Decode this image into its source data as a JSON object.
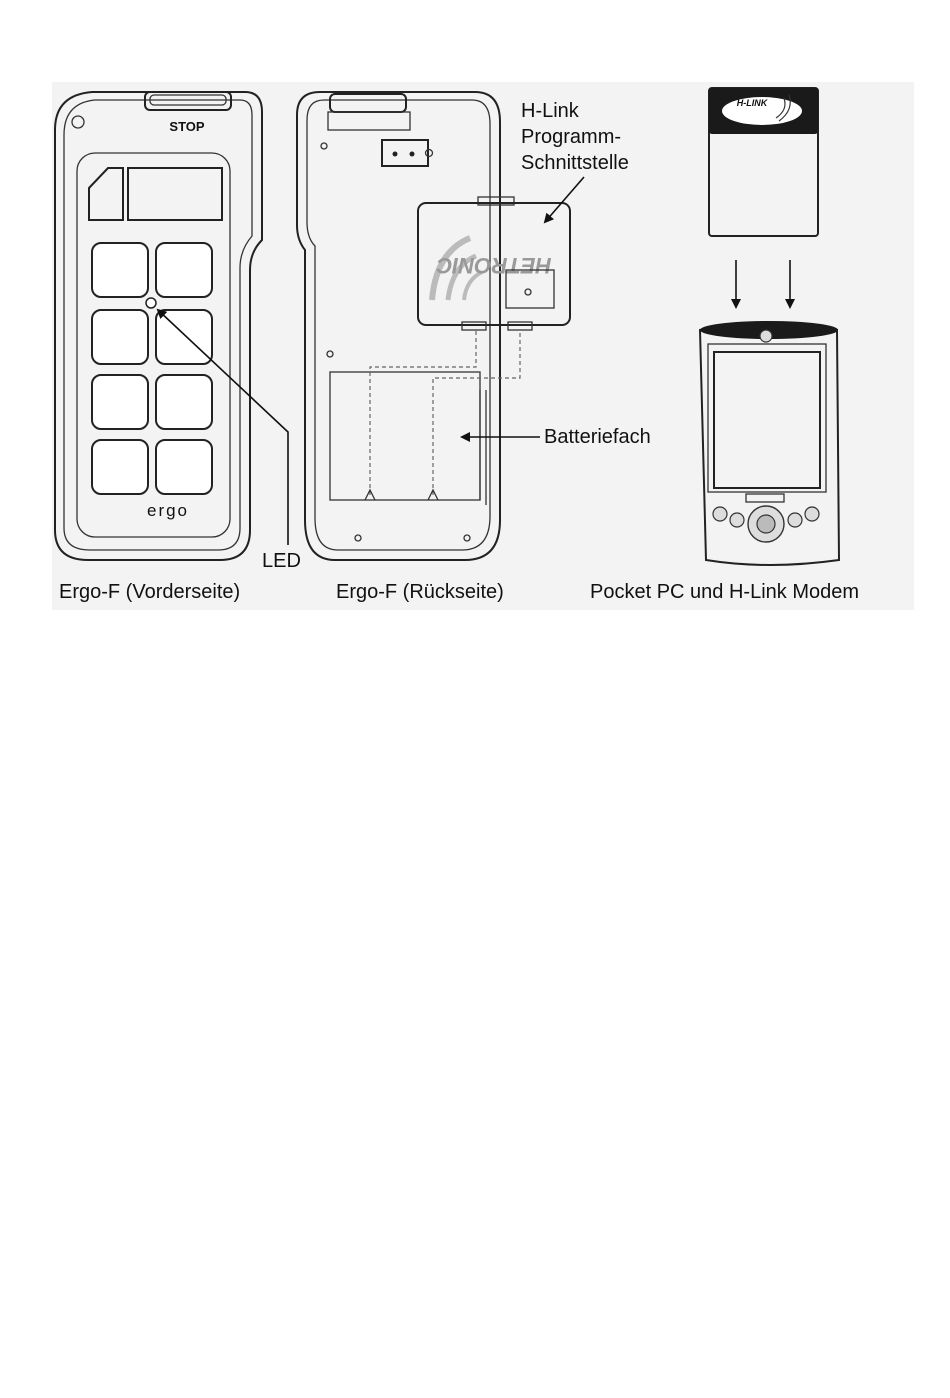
{
  "remote_front": {
    "stop_label": "STOP",
    "brand_label": "ergo"
  },
  "interface_module": {
    "brand_label": "HETRONIC"
  },
  "modem_card": {
    "brand_label": "H-LINK"
  },
  "labels": {
    "h_link_line1": "H-Link",
    "h_link_line2": "Programm-",
    "h_link_line3": "Schnittstelle",
    "battery": "Batteriefach",
    "led": "LED"
  },
  "captions": {
    "front": "Ergo-F (Vorderseite)",
    "back": "Ergo-F (Rückseite)",
    "pocket_pc": "Pocket PC und H-Link Modem"
  }
}
